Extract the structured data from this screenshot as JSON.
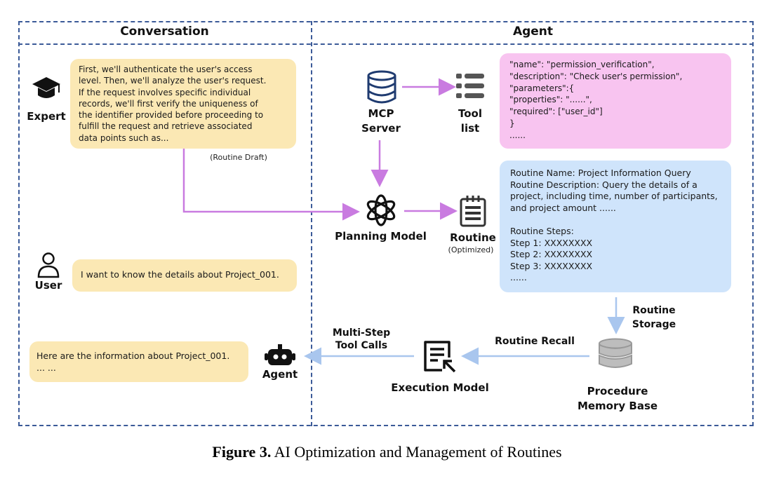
{
  "sections": {
    "conversation": "Conversation",
    "agent": "Agent"
  },
  "expert": {
    "label": "Expert",
    "message_lines": [
      "First, we'll authenticate the user's access",
      "level. Then, we'll analyze the user's request.",
      "If the request involves specific individual",
      "records, we'll first verify the uniqueness of",
      "the identifier provided before proceeding to",
      "fulfill the request and retrieve associated",
      "data points such as..."
    ],
    "draft_note": "(Routine Draft)"
  },
  "user": {
    "label": "User",
    "message": "I want to know the details about Project_001."
  },
  "agent_reply": {
    "label": "Agent",
    "message_lines": [
      "Here are the information about Project_001.",
      "... ..."
    ]
  },
  "mcp_server": {
    "line1": "MCP",
    "line2": "Server"
  },
  "tool_list": {
    "line1": "Tool",
    "line2": "list",
    "code_lines": [
      "\"name\": \"permission_verification\",",
      "\"description\": \"Check user's permission\",",
      "\"parameters\":{",
      "\"properties\": \"......\",",
      "\"required\": [\"user_id\"]",
      "}",
      "......"
    ]
  },
  "planning_model": {
    "label": "Planning Model"
  },
  "routine": {
    "label": "Routine",
    "sub": "(Optimized)",
    "detail_lines": [
      "Routine Name: Project Information Query",
      "Routine Description: Query the details of a",
      "project, including time, number of participants,",
      "and project amount ......",
      "",
      "Routine Steps:",
      "Step 1: XXXXXXXX",
      "Step 2: XXXXXXXX",
      "Step 3: XXXXXXXX",
      "......"
    ]
  },
  "storage_label": {
    "line1": "Routine",
    "line2": "Storage"
  },
  "memory_base": {
    "line1": "Procedure",
    "line2": "Memory Base"
  },
  "recall_label": "Routine Recall",
  "execution_model": {
    "label": "Execution Model"
  },
  "tool_calls_label": {
    "line1": "Multi-Step",
    "line2": "Tool Calls"
  },
  "caption": {
    "figure": "Figure 3.",
    "text": " AI Optimization and Management of Routines"
  },
  "colors": {
    "border": "#3b5a98",
    "yellow": "#fbe8b4",
    "pink": "#f8c4f0",
    "blue": "#cfe4fb",
    "arrow_purple": "#c97be0",
    "arrow_blue": "#a9c6ee",
    "icon_navy": "#1f3b70"
  }
}
